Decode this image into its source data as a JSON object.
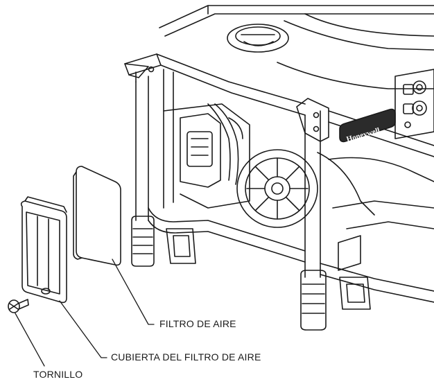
{
  "labels": {
    "air_filter": "FILTRO DE AIRE",
    "air_filter_cover": "CUBIERTA DEL FILTRO DE AIRE",
    "screw": "TORNILLO"
  },
  "brand": "Honeywell",
  "icons": [
    "generator-illustration",
    "air-filter-element",
    "air-filter-cover",
    "screw-icon"
  ],
  "colors": {
    "line": "#1a1a1a",
    "background": "#ffffff",
    "brand_badge": "#2b2b2b"
  }
}
